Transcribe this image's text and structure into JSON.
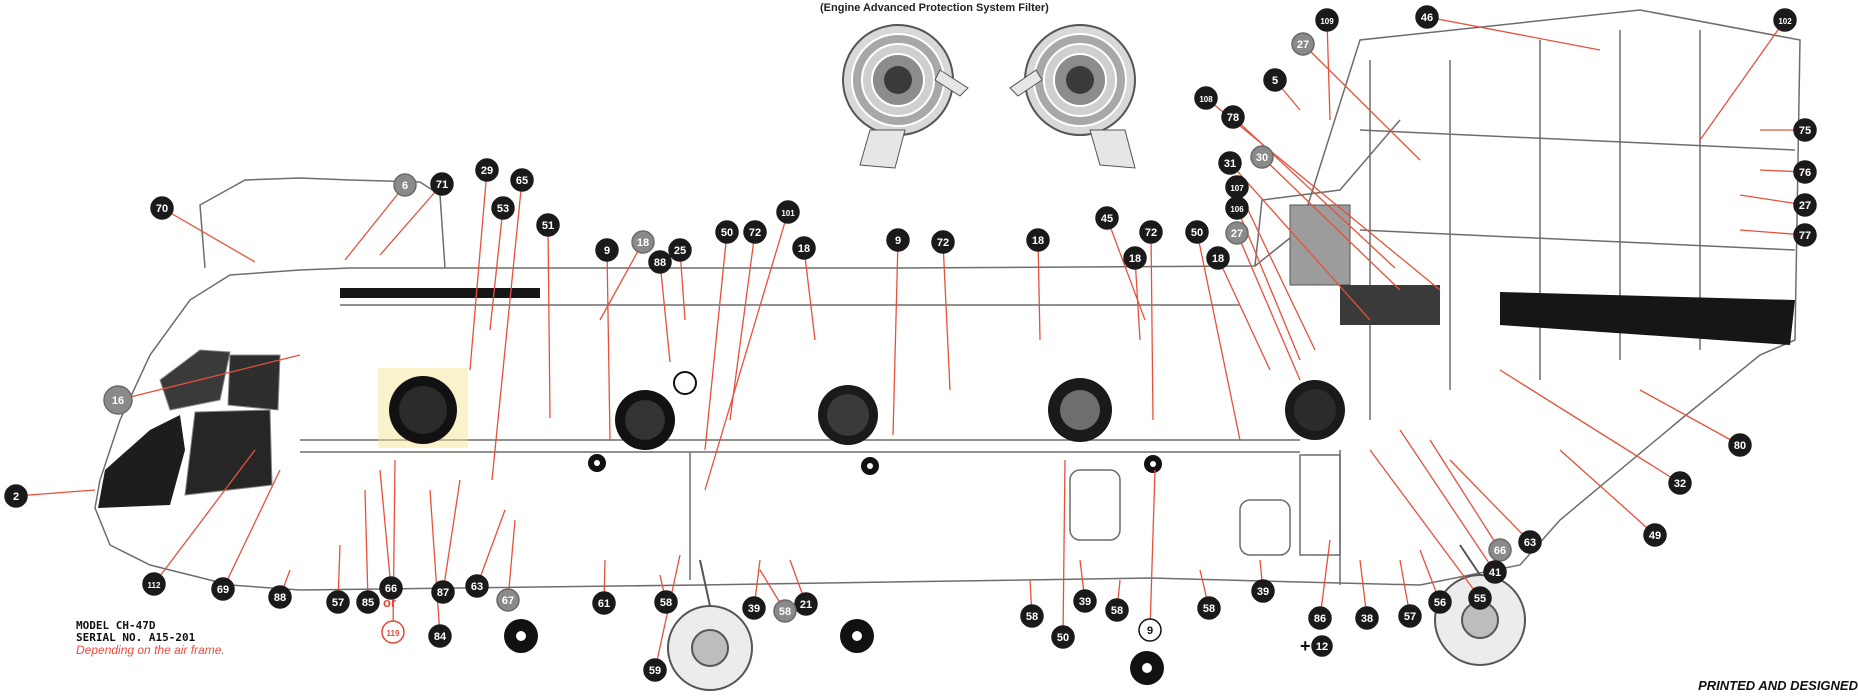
{
  "filter_title": "(Engine Advanced Protection System Filter)",
  "model": {
    "line1": "MODEL  CH-47D",
    "line2": "SERIAL NO. A15-201",
    "note": "Depending on the air frame."
  },
  "or_label": "or",
  "plus_label": "+",
  "footer": "PRINTED AND DESIGNED",
  "callouts": [
    {
      "id": "c70",
      "num": "70",
      "style": "dark"
    },
    {
      "id": "c6",
      "num": "6",
      "style": "grey"
    },
    {
      "id": "c71",
      "num": "71",
      "style": "dark"
    },
    {
      "id": "c29",
      "num": "29",
      "style": "dark"
    },
    {
      "id": "c65",
      "num": "65",
      "style": "dark"
    },
    {
      "id": "c53",
      "num": "53",
      "style": "dark"
    },
    {
      "id": "c51",
      "num": "51",
      "style": "dark"
    },
    {
      "id": "c9a",
      "num": "9",
      "style": "dark"
    },
    {
      "id": "c18a",
      "num": "18",
      "style": "grey"
    },
    {
      "id": "c25",
      "num": "25",
      "style": "dark"
    },
    {
      "id": "c88a",
      "num": "88",
      "style": "dark"
    },
    {
      "id": "c50a",
      "num": "50",
      "style": "dark"
    },
    {
      "id": "c72a",
      "num": "72",
      "style": "dark"
    },
    {
      "id": "c101",
      "num": "101",
      "style": "dark"
    },
    {
      "id": "c18b",
      "num": "18",
      "style": "dark"
    },
    {
      "id": "c9b",
      "num": "9",
      "style": "dark"
    },
    {
      "id": "c72b",
      "num": "72",
      "style": "dark"
    },
    {
      "id": "c18c",
      "num": "18",
      "style": "dark"
    },
    {
      "id": "c45",
      "num": "45",
      "style": "dark"
    },
    {
      "id": "c72c",
      "num": "72",
      "style": "dark"
    },
    {
      "id": "c18d",
      "num": "18",
      "style": "dark"
    },
    {
      "id": "c50b",
      "num": "50",
      "style": "dark"
    },
    {
      "id": "c18e",
      "num": "18",
      "style": "dark"
    },
    {
      "id": "c27a",
      "num": "27",
      "style": "grey"
    },
    {
      "id": "c106",
      "num": "106",
      "style": "dark"
    },
    {
      "id": "c107",
      "num": "107",
      "style": "dark"
    },
    {
      "id": "c31",
      "num": "31",
      "style": "dark"
    },
    {
      "id": "c30",
      "num": "30",
      "style": "grey"
    },
    {
      "id": "c78",
      "num": "78",
      "style": "dark"
    },
    {
      "id": "c108",
      "num": "108",
      "style": "dark"
    },
    {
      "id": "c5",
      "num": "5",
      "style": "dark"
    },
    {
      "id": "c109",
      "num": "109",
      "style": "dark"
    },
    {
      "id": "c27b",
      "num": "27",
      "style": "grey"
    },
    {
      "id": "c46",
      "num": "46",
      "style": "dark"
    },
    {
      "id": "c102",
      "num": "102",
      "style": "dark"
    },
    {
      "id": "c75",
      "num": "75",
      "style": "dark"
    },
    {
      "id": "c76",
      "num": "76",
      "style": "dark"
    },
    {
      "id": "c27c",
      "num": "27",
      "style": "dark"
    },
    {
      "id": "c77",
      "num": "77",
      "style": "dark"
    },
    {
      "id": "c80",
      "num": "80",
      "style": "dark"
    },
    {
      "id": "c32",
      "num": "32",
      "style": "dark"
    },
    {
      "id": "c49",
      "num": "49",
      "style": "dark"
    },
    {
      "id": "c63b",
      "num": "63",
      "style": "dark"
    },
    {
      "id": "c66b",
      "num": "66",
      "style": "grey"
    },
    {
      "id": "c41",
      "num": "41",
      "style": "dark"
    },
    {
      "id": "c55",
      "num": "55",
      "style": "dark"
    },
    {
      "id": "c56",
      "num": "56",
      "style": "dark"
    },
    {
      "id": "c57b",
      "num": "57",
      "style": "dark"
    },
    {
      "id": "c38",
      "num": "38",
      "style": "dark"
    },
    {
      "id": "c86",
      "num": "86",
      "style": "dark"
    },
    {
      "id": "c12",
      "num": "12",
      "style": "dark"
    },
    {
      "id": "c39c",
      "num": "39",
      "style": "dark"
    },
    {
      "id": "c58d",
      "num": "58",
      "style": "dark"
    },
    {
      "id": "c9c",
      "num": "9",
      "style": "light"
    },
    {
      "id": "c58c",
      "num": "58",
      "style": "dark"
    },
    {
      "id": "c39b",
      "num": "39",
      "style": "dark"
    },
    {
      "id": "c50c",
      "num": "50",
      "style": "dark"
    },
    {
      "id": "c58b",
      "num": "58",
      "style": "dark"
    },
    {
      "id": "c21",
      "num": "21",
      "style": "dark"
    },
    {
      "id": "c58x",
      "num": "58",
      "style": "grey"
    },
    {
      "id": "c39a",
      "num": "39",
      "style": "dark"
    },
    {
      "id": "c59",
      "num": "59",
      "style": "dark"
    },
    {
      "id": "c58a",
      "num": "58",
      "style": "dark"
    },
    {
      "id": "c61",
      "num": "61",
      "style": "dark"
    },
    {
      "id": "c67",
      "num": "67",
      "style": "grey"
    },
    {
      "id": "c63a",
      "num": "63",
      "style": "dark"
    },
    {
      "id": "c84",
      "num": "84",
      "style": "dark"
    },
    {
      "id": "c87",
      "num": "87",
      "style": "dark"
    },
    {
      "id": "c66a",
      "num": "66",
      "style": "dark"
    },
    {
      "id": "c119",
      "num": "119",
      "style": "red"
    },
    {
      "id": "c85",
      "num": "85",
      "style": "dark"
    },
    {
      "id": "c57a",
      "num": "57",
      "style": "dark"
    },
    {
      "id": "c88b",
      "num": "88",
      "style": "dark"
    },
    {
      "id": "c69",
      "num": "69",
      "style": "dark"
    },
    {
      "id": "c112",
      "num": "112",
      "style": "dark"
    },
    {
      "id": "c16",
      "num": "16",
      "style": "grey"
    },
    {
      "id": "c2",
      "num": "2",
      "style": "dark"
    }
  ],
  "colors": {
    "leader": "#e8503a",
    "callout_dark": "#1a1a1a",
    "callout_grey": "#8a8a8a",
    "outline": "#6d6d6d",
    "stripe": "#161616"
  }
}
